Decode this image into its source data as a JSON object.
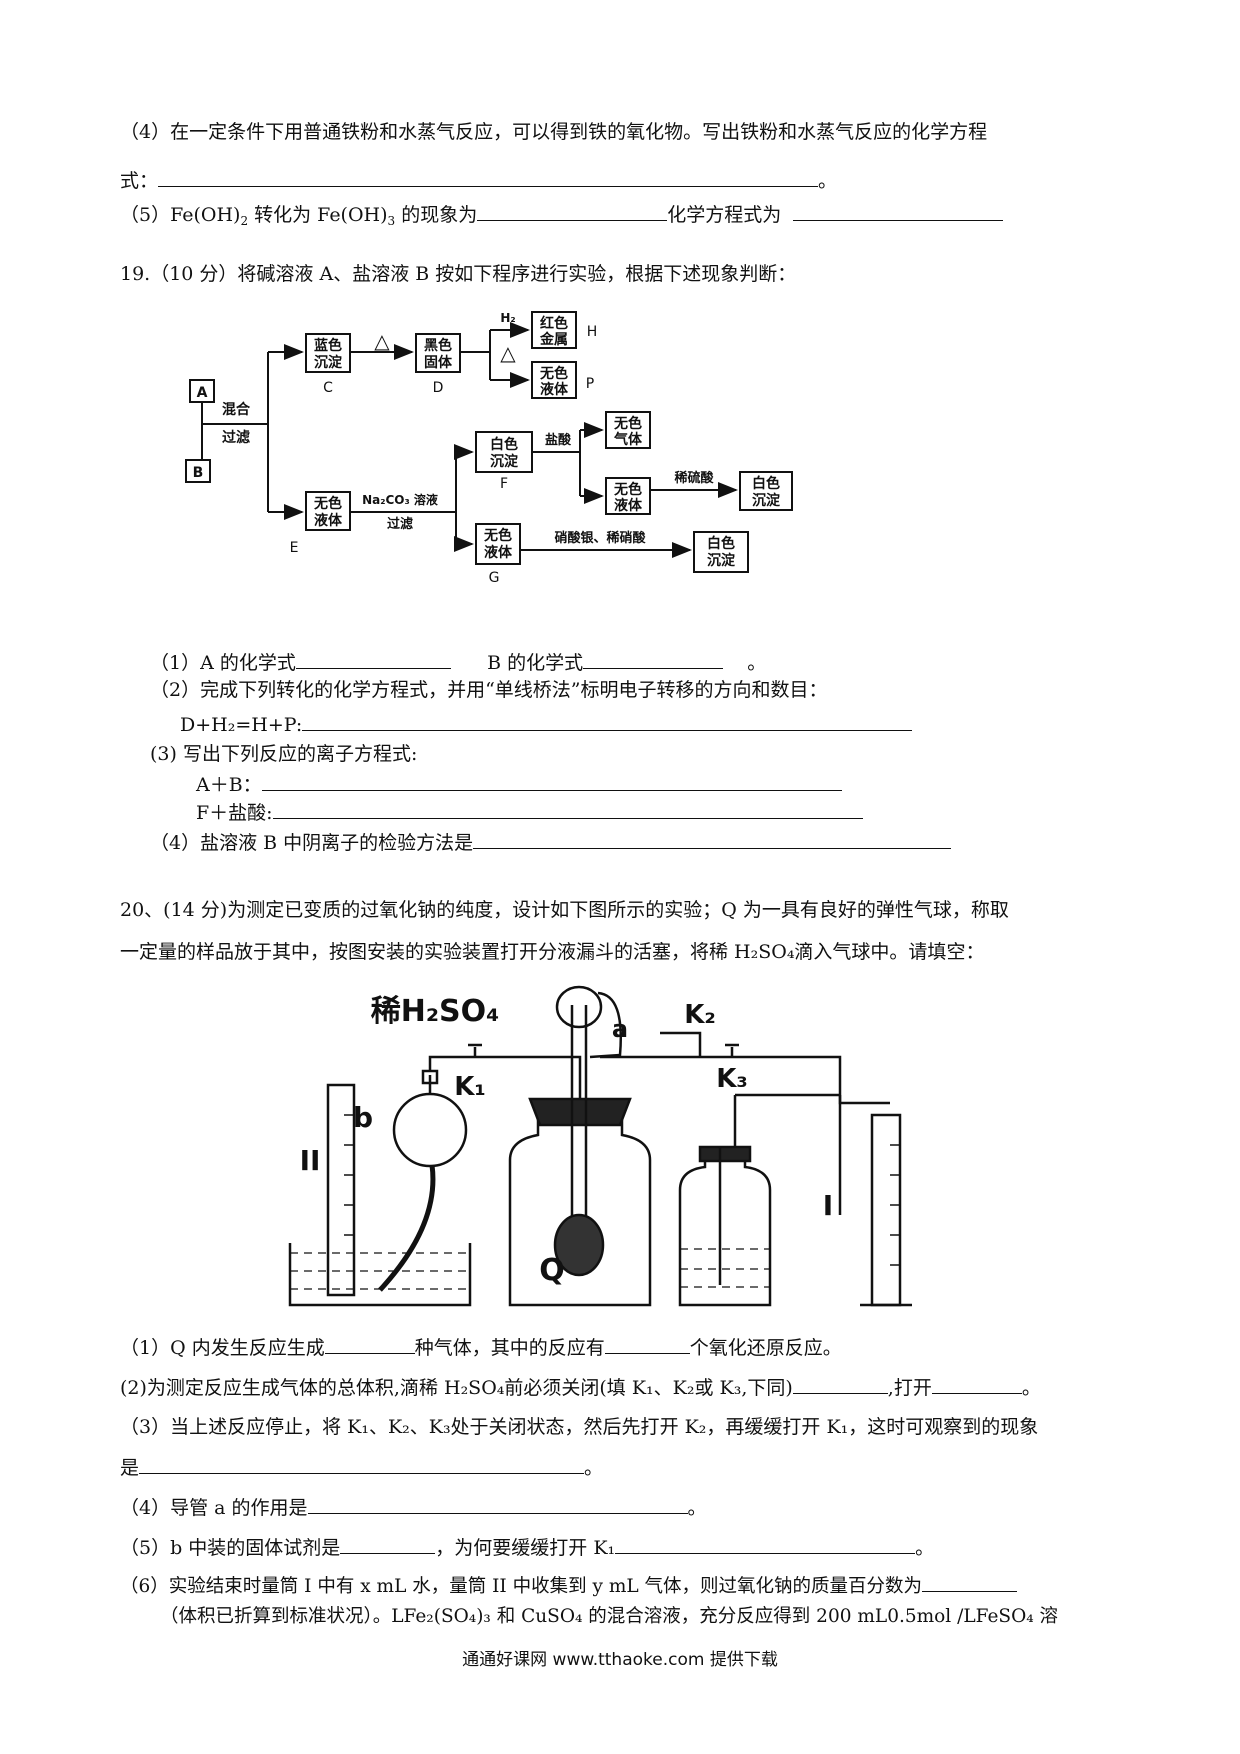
{
  "q18": {
    "p4_text": "（4）在一定条件下用普通铁粉和水蒸气反应，可以得到铁的氧化物。写出铁粉和水蒸气反应的化学方程",
    "p4_cont": "式：",
    "p4_end": "。",
    "p5_prefix": "（5）Fe(OH)",
    "p5_sub1": "2",
    "p5_mid": " 转化为 Fe(OH)",
    "p5_sub2": "3",
    "p5_mid2": " 的现象为",
    "p5_mid3": "化学方程式为"
  },
  "q19": {
    "stem": "19.（10 分）将碱溶液 A、盐溶液 B 按如下程序进行实验，根据下述现象判断：",
    "flow": {
      "A": "A",
      "B": "B",
      "mix1": "混合",
      "mix2": "过滤",
      "C1": "蓝色",
      "C2": "沉淀",
      "C": "C",
      "heat": "△",
      "D1": "黑色",
      "D2": "固体",
      "D": "D",
      "H2": "H₂",
      "H1": "红色",
      "H2b": "金属",
      "H": "H",
      "P1": "无色",
      "P2": "液体",
      "P": "P",
      "E1": "无色",
      "E2": "液体",
      "E": "E",
      "na2co3": "Na₂CO₃ 溶液",
      "filter": "过滤",
      "F1": "白色",
      "F2": "沉淀",
      "F": "F",
      "hcl": "盐酸",
      "gas1": "无色",
      "gas2": "气体",
      "liq1": "无色",
      "liq2": "液体",
      "h2so4": "稀硫酸",
      "ws1_1": "白色",
      "ws1_2": "沉淀",
      "G1": "无色",
      "G2": "液体",
      "G": "G",
      "agno3": "硝酸银、稀硝酸",
      "ws2_1": "白色",
      "ws2_2": "沉淀"
    },
    "p1_a": "（1）A 的化学式",
    "p1_b": "B 的化学式",
    "p1_end": "。",
    "p2": "（2）完成下列转化的化学方程式，并用“单线桥法”标明电子转移的方向和数目：",
    "p2_eq": "D+H₂=H+P:",
    "p3": "(3) 写出下列反应的离子方程式:",
    "p3_a": "A＋B：",
    "p3_b": "F＋盐酸:",
    "p4": "（4）盐溶液 B 中阴离子的检验方法是"
  },
  "q20": {
    "stem1": "20、(14 分)为测定已变质的过氧化钠的纯度，设计如下图所示的实验；Q 为一具有良好的弹性气球，称取",
    "stem2": "一定量的样品放于其中，按图安装的实验装置打开分液漏斗的活塞，将稀 H₂SO₄滴入气球中。请填空：",
    "apparatus": {
      "acid": "稀H₂SO₄",
      "a": "a",
      "k1": "K₁",
      "k2": "K₂",
      "k3": "K₃",
      "b": "b",
      "q": "Q",
      "cyl2": "II",
      "cyl1": "I"
    },
    "p1_a": "（1）Q 内发生反应生成",
    "p1_b": "种气体，其中的反应有",
    "p1_c": "个氧化还原反应。",
    "p2_a": "(2)为测定反应生成气体的总体积,滴稀 H₂SO₄前必须关闭(填 K₁、K₂或 K₃,下同)",
    "p2_b": ",打开",
    "p2_c": "。",
    "p3_a": "（3）当上述反应停止，将 K₁、K₂、K₃处于关闭状态，然后先打开 K₂，再缓缓打开 K₁，这时可观察到的现象",
    "p3_b": "是",
    "p3_c": "。",
    "p4_a": "（4）导管 a 的作用是",
    "p4_b": "。",
    "p5_a": "（5）b 中装的固体试剂是",
    "p5_b": "，为何要缓缓打开 K₁",
    "p5_c": "。",
    "p6_a": "（6）实验结束时量筒 I 中有 x mL 水，量筒 II 中收集到 y mL 气体，则过氧化钠的质量百分数为",
    "p6_b": "（体积已折算到标准状况）。LFe₂(SO₄)₃ 和 CuSO₄ 的混合溶液，充分反应得到 200 mL0.5mol /LFeSO₄ 溶"
  },
  "footer": "通通好课网  www.tthaoke.com  提供下载"
}
